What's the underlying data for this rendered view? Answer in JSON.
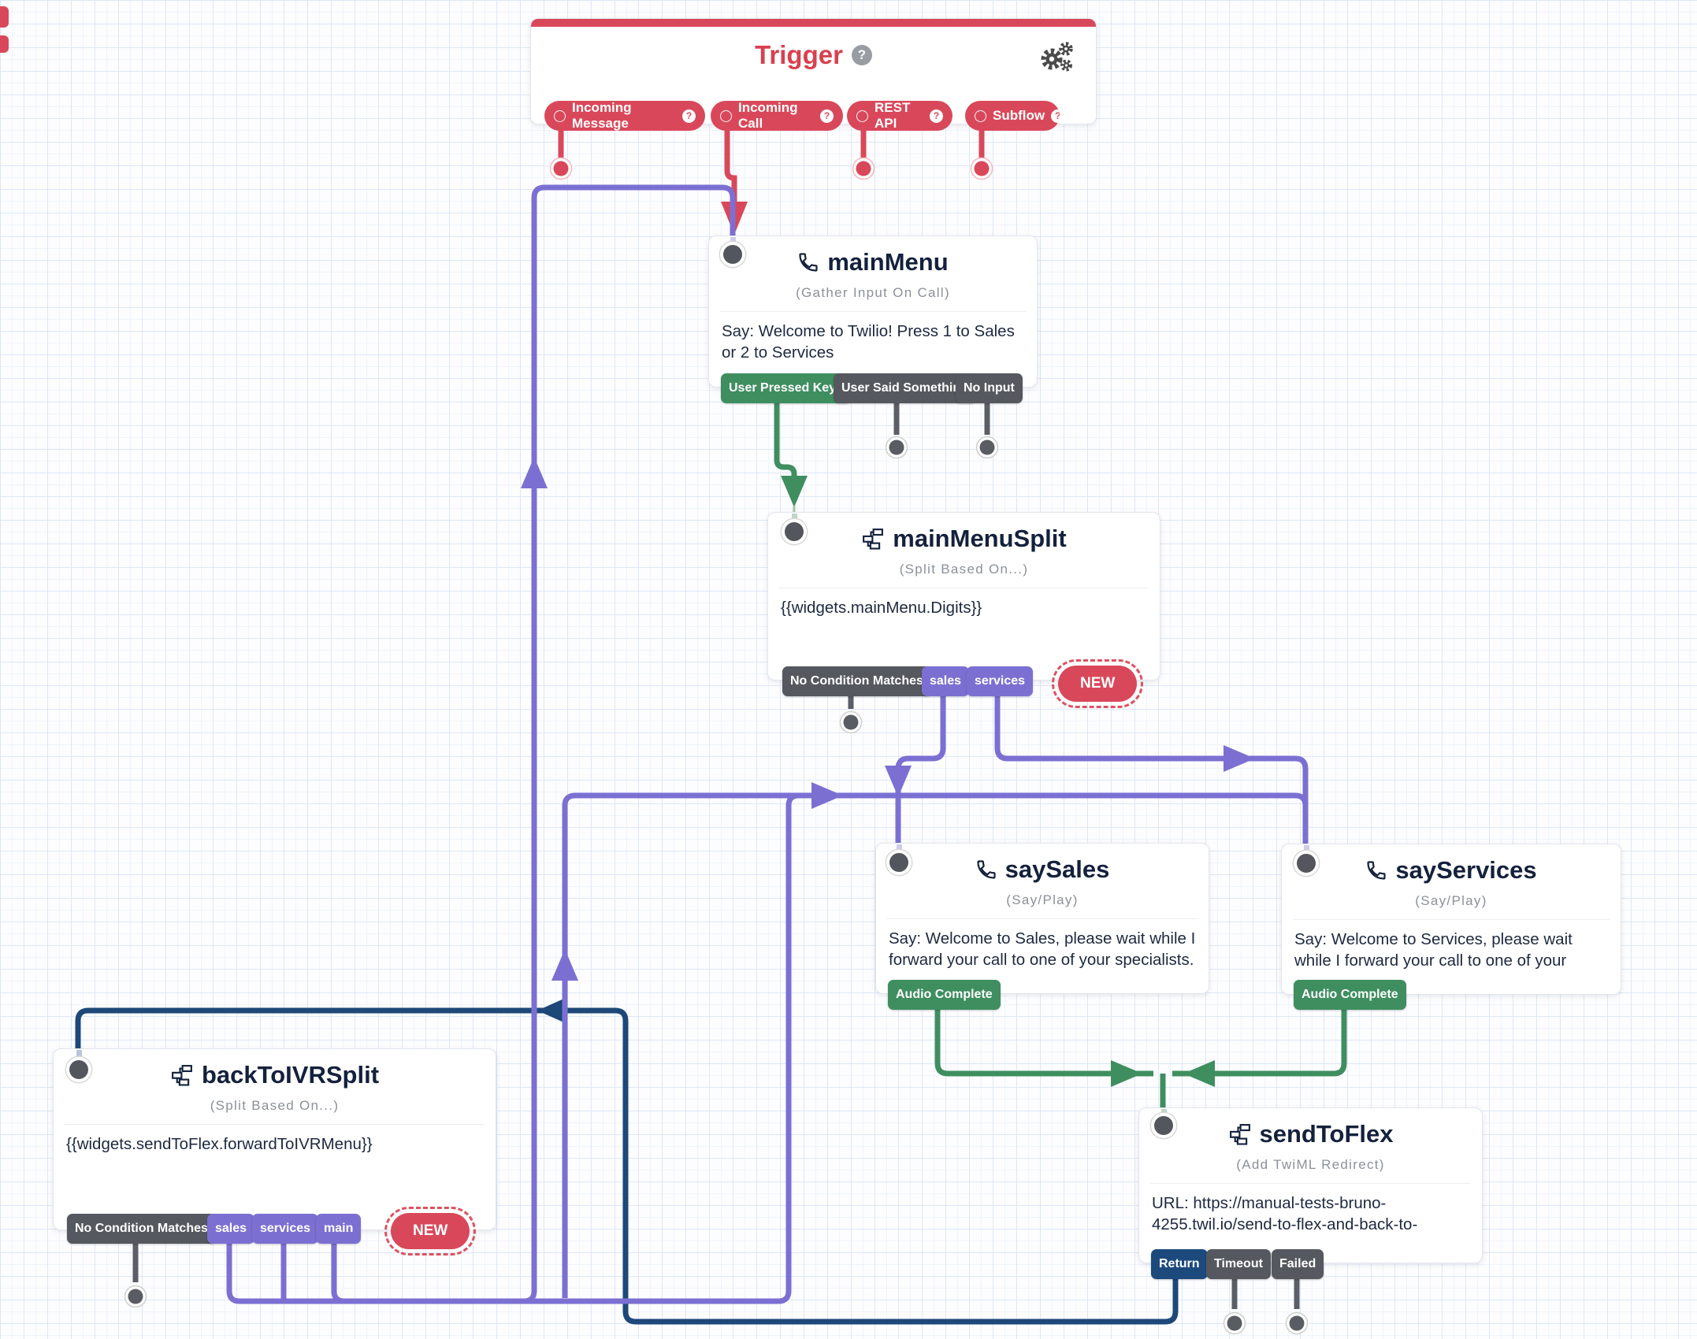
{
  "glyphs": {
    "help": "?"
  },
  "colors": {
    "red": "#d9485a",
    "purple": "#7b70d2",
    "green": "#3f8e60",
    "navy": "#1d4a7d",
    "tag_gray": "#55585e",
    "title_navy": "#14213d"
  },
  "trigger": {
    "title": "Trigger",
    "pills": [
      "Incoming Message",
      "Incoming Call",
      "REST API",
      "Subflow"
    ]
  },
  "widgets": {
    "mainMenu": {
      "title": "mainMenu",
      "subtitle": "(Gather Input On Call)",
      "body": "Say: Welcome to Twilio! Press 1 to Sales or 2 to Services",
      "tags": [
        "User Pressed Keys",
        "User Said Something",
        "No Input"
      ]
    },
    "mainMenuSplit": {
      "title": "mainMenuSplit",
      "subtitle": "(Split Based On...)",
      "body": "{{widgets.mainMenu.Digits}}",
      "tags": [
        "No Condition Matches",
        "sales",
        "services"
      ],
      "new_label": "NEW"
    },
    "saySales": {
      "title": "saySales",
      "subtitle": "(Say/Play)",
      "body": "Say: Welcome to Sales, please wait while I forward your call to one of your specialists.",
      "tags": [
        "Audio Complete"
      ]
    },
    "sayServices": {
      "title": "sayServices",
      "subtitle": "(Say/Play)",
      "body": "Say: Welcome to Services, please wait while I forward your call to one of your",
      "tags": [
        "Audio Complete"
      ]
    },
    "backToIVRSplit": {
      "title": "backToIVRSplit",
      "subtitle": "(Split Based On...)",
      "body": "{{widgets.sendToFlex.forwardToIVRMenu}}",
      "tags": [
        "No Condition Matches",
        "sales",
        "services",
        "main"
      ],
      "new_label": "NEW"
    },
    "sendToFlex": {
      "title": "sendToFlex",
      "subtitle": "(Add TwiML Redirect)",
      "body": "URL: https://manual-tests-bruno-4255.twil.io/send-to-flex-and-back-to-",
      "tags": [
        "Return",
        "Timeout",
        "Failed"
      ]
    }
  }
}
